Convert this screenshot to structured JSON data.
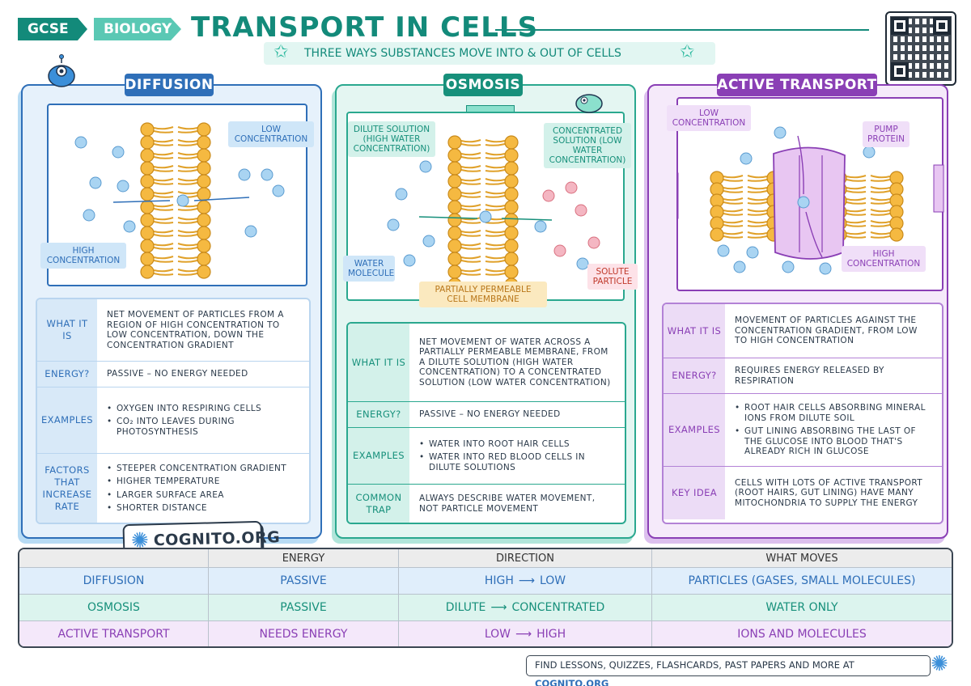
{
  "header": {
    "tag_gcse": "GCSE",
    "tag_biology": "BIOLOGY",
    "title": "TRANSPORT IN CELLS",
    "subtitle": "THREE WAYS SUBSTANCES MOVE INTO & OUT OF CELLS"
  },
  "diffusion": {
    "title": "DIFFUSION",
    "labels": {
      "low": "LOW CONCENTRATION",
      "high": "HIGH CONCENTRATION"
    },
    "table": [
      {
        "key": "WHAT IT IS",
        "lines": [
          "NET MOVEMENT OF PARTICLES FROM A REGION OF HIGH CONCENTRATION TO LOW CONCENTRATION, DOWN THE CONCENTRATION GRADIENT"
        ]
      },
      {
        "key": "ENERGY?",
        "lines": [
          "PASSIVE – NO ENERGY NEEDED"
        ]
      },
      {
        "key": "EXAMPLES",
        "bullets": [
          "OXYGEN INTO RESPIRING CELLS",
          "CO₂ INTO LEAVES DURING PHOTOSYNTHESIS"
        ]
      },
      {
        "key": "FACTORS THAT INCREASE RATE",
        "bullets": [
          "STEEPER CONCENTRATION GRADIENT",
          "HIGHER TEMPERATURE",
          "LARGER SURFACE AREA",
          "SHORTER DISTANCE"
        ]
      }
    ]
  },
  "osmosis": {
    "title": "OSMOSIS",
    "labels": {
      "dilute": "DILUTE SOLUTION (HIGH WATER CONCENTRATION)",
      "concentrated": "CONCENTRATED SOLUTION (LOW WATER CONCENTRATION)",
      "water": "WATER MOLECULE",
      "solute": "SOLUTE PARTICLE",
      "membrane": "PARTIALLY PERMEABLE CELL MEMBRANE"
    },
    "table": [
      {
        "key": "WHAT IT IS",
        "lines": [
          "NET MOVEMENT OF WATER ACROSS A PARTIALLY PERMEABLE MEMBRANE, FROM A DILUTE SOLUTION (HIGH WATER CONCENTRATION) TO A CONCENTRATED SOLUTION (LOW WATER CONCENTRATION)"
        ]
      },
      {
        "key": "ENERGY?",
        "lines": [
          "PASSIVE – NO ENERGY NEEDED"
        ]
      },
      {
        "key": "EXAMPLES",
        "bullets": [
          "WATER INTO ROOT HAIR CELLS",
          "WATER INTO RED BLOOD CELLS IN DILUTE SOLUTIONS"
        ]
      },
      {
        "key": "COMMON TRAP",
        "lines": [
          "ALWAYS DESCRIBE WATER MOVEMENT, NOT PARTICLE MOVEMENT"
        ]
      }
    ]
  },
  "active": {
    "title": "ACTIVE TRANSPORT",
    "labels": {
      "low": "LOW CONCENTRATION",
      "pump": "PUMP PROTEIN",
      "high": "HIGH CONCENTRATION"
    },
    "table": [
      {
        "key": "WHAT IT IS",
        "lines": [
          "MOVEMENT OF PARTICLES AGAINST THE CONCENTRATION GRADIENT, FROM LOW TO HIGH CONCENTRATION"
        ]
      },
      {
        "key": "ENERGY?",
        "lines": [
          "REQUIRES ENERGY RELEASED BY RESPIRATION"
        ]
      },
      {
        "key": "EXAMPLES",
        "bullets": [
          "ROOT HAIR CELLS ABSORBING MINERAL IONS FROM DILUTE SOIL",
          "GUT LINING ABSORBING THE LAST OF THE GLUCOSE INTO BLOOD THAT'S ALREADY RICH IN GLUCOSE"
        ]
      },
      {
        "key": "KEY IDEA",
        "lines": [
          "CELLS WITH LOTS OF ACTIVE TRANSPORT (ROOT HAIRS, GUT LINING) HAVE MANY MITOCHONDRIA TO SUPPLY THE ENERGY"
        ]
      }
    ]
  },
  "logo": {
    "text": "COGNITO.ORG"
  },
  "summary": {
    "headers": [
      "",
      "ENERGY",
      "DIRECTION",
      "WHAT MOVES"
    ],
    "rows": [
      {
        "name": "DIFFUSION",
        "energy": "PASSIVE",
        "dir_from": "HIGH",
        "dir_to": "LOW",
        "moves": "PARTICLES (GASES, SMALL MOLECULES)"
      },
      {
        "name": "OSMOSIS",
        "energy": "PASSIVE",
        "dir_from": "DILUTE",
        "dir_to": "CONCENTRATED",
        "moves": "WATER ONLY"
      },
      {
        "name": "ACTIVE TRANSPORT",
        "energy": "NEEDS ENERGY",
        "dir_from": "LOW",
        "dir_to": "HIGH",
        "moves": "IONS AND MOLECULES"
      }
    ]
  },
  "footer": {
    "text": "FIND LESSONS, QUIZZES, FLASHCARDS, PAST PAPERS AND MORE AT",
    "link": "COGNITO.ORG"
  },
  "colors": {
    "diffusion": "#2f6fb8",
    "osmosis": "#17907b",
    "active": "#8a3fb5",
    "water_particle": "#a9d4f2",
    "solute_particle": "#f4b6c2",
    "lipid": "#f5b941"
  }
}
